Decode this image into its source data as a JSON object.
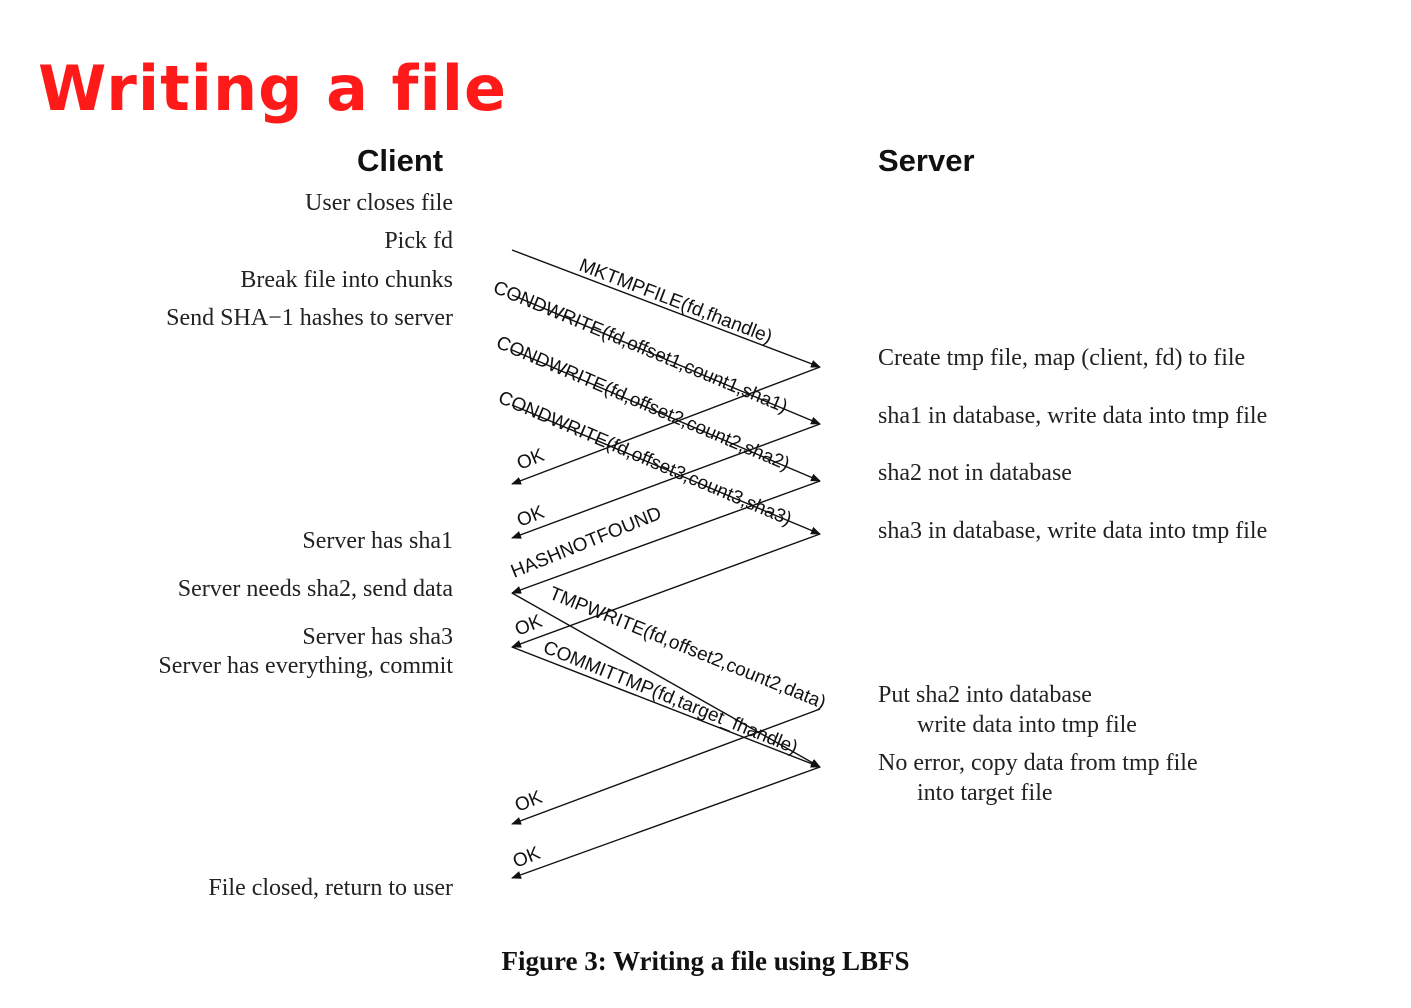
{
  "slide_title": "Writing a file",
  "client_heading": "Client",
  "server_heading": "Server",
  "client_events": [
    "User closes file",
    "Pick fd",
    "Break file into chunks",
    "Send SHA−1 hashes to server",
    "Server has sha1",
    "Server needs sha2, send data",
    "Server has sha3",
    "Server has everything, commit",
    "File closed, return to user"
  ],
  "server_events": [
    {
      "lines": [
        "Create tmp file, map (client, fd) to file"
      ]
    },
    {
      "lines": [
        "sha1 in database, write data into tmp file"
      ]
    },
    {
      "lines": [
        "sha2 not in database"
      ]
    },
    {
      "lines": [
        "sha3 in database, write data into tmp file"
      ]
    },
    {
      "lines": [
        "Put sha2 into database",
        "write data into tmp file"
      ]
    },
    {
      "lines": [
        "No error, copy data from tmp file",
        "into target file"
      ]
    }
  ],
  "messages": [
    {
      "label": "MKTMPFILE(fd,fhandle)",
      "direction": "client-to-server"
    },
    {
      "label": "CONDWRITE(fd,offset1,count1,sha1)",
      "direction": "client-to-server"
    },
    {
      "label": "CONDWRITE(fd,offset2,count2,sha2)",
      "direction": "client-to-server"
    },
    {
      "label": "CONDWRITE(fd,offset3,count3,sha3)",
      "direction": "client-to-server"
    },
    {
      "label": "OK",
      "direction": "server-to-client"
    },
    {
      "label": "OK",
      "direction": "server-to-client"
    },
    {
      "label": "HASHNOTFOUND",
      "direction": "server-to-client"
    },
    {
      "label": "OK",
      "direction": "server-to-client"
    },
    {
      "label": "TMPWRITE(fd,offset2,count2,data)",
      "direction": "client-to-server"
    },
    {
      "label": "COMMITTMP(fd,target_fhandle)",
      "direction": "client-to-server"
    },
    {
      "label": "OK",
      "direction": "server-to-client"
    },
    {
      "label": "OK",
      "direction": "server-to-client"
    }
  ],
  "figure_caption": "Figure 3:  Writing a file using LBFS",
  "colors": {
    "title": "#ff1a1a",
    "text": "#222222",
    "arrow": "#111111"
  }
}
